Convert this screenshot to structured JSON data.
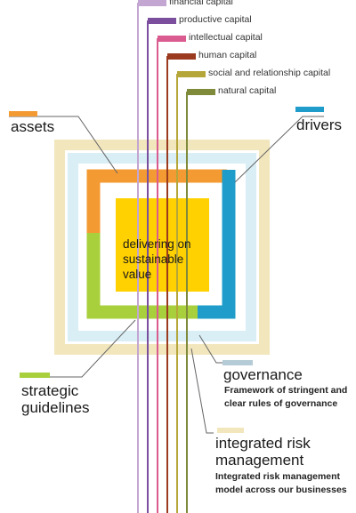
{
  "capitals": [
    {
      "label": "financial capital",
      "color": "#c4a6d3"
    },
    {
      "label": "productive capital",
      "color": "#7b4f9e"
    },
    {
      "label": "intellectual capital",
      "color": "#d95b8f"
    },
    {
      "label": "human capital",
      "color": "#9a3b1f"
    },
    {
      "label": "social and relationship capital",
      "color": "#b5a63a"
    },
    {
      "label": "natural capital",
      "color": "#7f8a3b"
    }
  ],
  "assets": {
    "label": "assets",
    "color": "#f39a33"
  },
  "drivers": {
    "label": "drivers",
    "color": "#1f9cc9"
  },
  "strategic": {
    "label": "strategic\nguidelines",
    "color": "#a8cf3c"
  },
  "governance": {
    "label": "governance",
    "description": "Framework of stringent and clear rules of governance",
    "color": "#b5ccd6"
  },
  "risk": {
    "label": "integrated risk\nmanagement",
    "description": "Integrated risk management model across our businesses",
    "color": "#f2e6bd"
  },
  "center": {
    "label": "delivering on sustainable value",
    "color": "#ffd100"
  },
  "frame_colors": {
    "outer": "#f2e6bd",
    "middle": "#d9eef5"
  }
}
